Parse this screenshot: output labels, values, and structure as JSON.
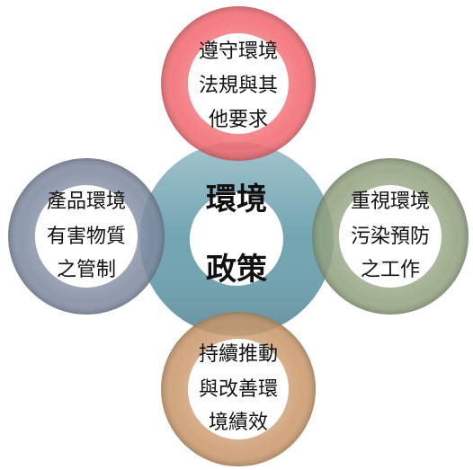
{
  "center": {
    "lines": [
      "環境",
      "政策"
    ],
    "color": "#6A9FAE"
  },
  "rings": {
    "top": {
      "lines": [
        "遵守環境",
        "法規與其",
        "他要求"
      ],
      "color": "#F2646B"
    },
    "left": {
      "lines": [
        "產品環境",
        "有害物質",
        "之管制"
      ],
      "color": "#7B879E"
    },
    "right": {
      "lines": [
        "重視環境",
        "污染預防",
        "之工作"
      ],
      "color": "#8FA07C"
    },
    "bottom": {
      "lines": [
        "持續推動",
        "與改善環",
        "境績效"
      ],
      "color": "#C99566"
    }
  }
}
